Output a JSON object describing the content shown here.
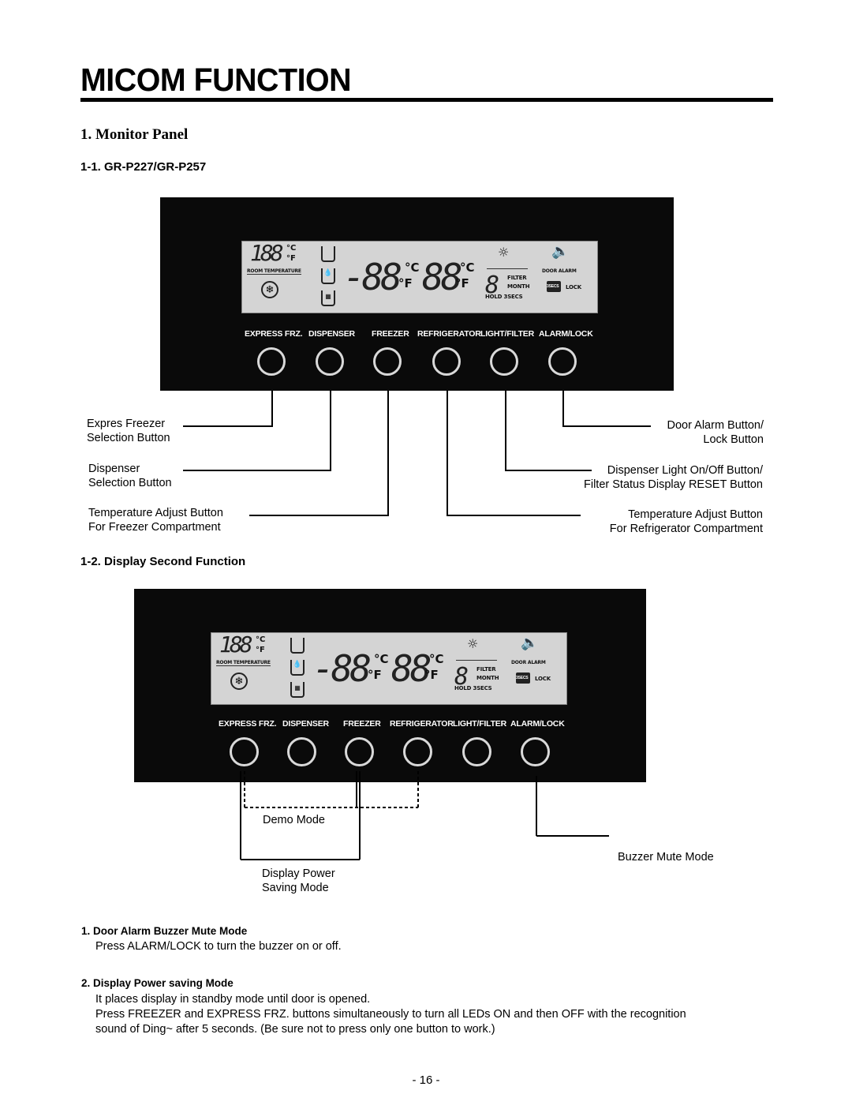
{
  "header": {
    "title": "MICOM FUNCTION"
  },
  "section": {
    "title": "1. Monitor Panel"
  },
  "sub1": {
    "title": "1-1. GR-P227/GR-P257"
  },
  "sub2": {
    "title": "1-2. Display Second Function"
  },
  "panel": {
    "buttons": [
      "EXPRESS FRZ.",
      "DISPENSER",
      "FREEZER",
      "REFRIGERATOR",
      "LIGHT/FILTER",
      "ALARM/LOCK"
    ],
    "lcd": {
      "room_temp_digits": "188",
      "unit_c": "°C",
      "unit_f": "°F",
      "room_temperature": "ROOM TEMPERATURE",
      "freezer_digits": "-88",
      "fridge_digits": "88",
      "month_digit": "8",
      "filter": "FILTER",
      "month": "MONTH",
      "hold": "HOLD 3SECS",
      "door_alarm": "DOOR ALARM",
      "secs": "3SECS",
      "lock": "LOCK"
    }
  },
  "callouts": {
    "express_l1": "Expres Freezer",
    "express_l2": "Selection Button",
    "dispenser_l1": "Dispenser",
    "dispenser_l2": "Selection Button",
    "freezer_l1": "Temperature Adjust Button",
    "freezer_l2": "For Freezer Compartment",
    "alarm_l1": "Door Alarm Button/",
    "alarm_l2": "Lock Button",
    "light_l1": "Dispenser Light On/Off Button/",
    "light_l2": "Filter Status Display RESET Button",
    "fridge_l1": "Temperature Adjust Button",
    "fridge_l2": "For Refrigerator Compartment"
  },
  "second": {
    "demo": "Demo Mode",
    "buzzer": "Buzzer Mute Mode",
    "power_l1": "Display Power",
    "power_l2": "Saving Mode"
  },
  "notes": [
    {
      "title": "1. Door Alarm Buzzer Mute Mode",
      "lines": [
        "Press ALARM/LOCK to turn the buzzer on or off."
      ]
    },
    {
      "title": "2. Display Power saving Mode",
      "lines": [
        "It places display in standby mode until door is opened.",
        "Press FREEZER and EXPRESS FRZ. buttons simultaneously to turn all LEDs ON and then OFF with the recognition",
        "sound of Ding~ after 5 seconds. (Be sure not to press only one button to work.)"
      ]
    }
  ],
  "footer": {
    "page": "- 16 -"
  }
}
